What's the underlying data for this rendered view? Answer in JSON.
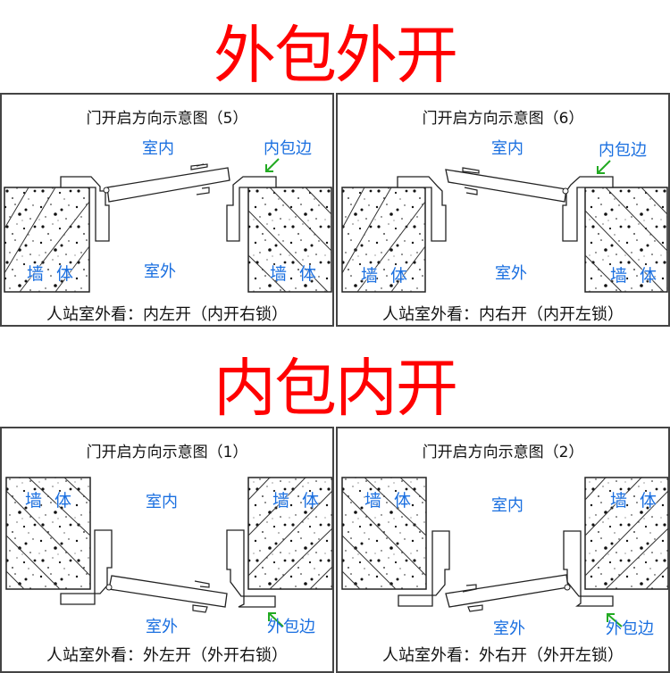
{
  "headings": {
    "top": "外包外开",
    "bottom": "内包内开"
  },
  "colors": {
    "heading": "#ff0000",
    "label": "#1a6fe0",
    "arrow": "#22aa22",
    "line": "#222222"
  },
  "panels": [
    {
      "id": "5",
      "title": "门开启方向示意图（5）",
      "inside_label": "室内",
      "outside_label": "室外",
      "wall_label": "墙体",
      "trim_label": "内包边",
      "caption": "人站室外看：内左开（内开右锁）"
    },
    {
      "id": "6",
      "title": "门开启方向示意图（6）",
      "inside_label": "室内",
      "outside_label": "室外",
      "wall_label": "墙体",
      "trim_label": "内包边",
      "caption": "人站室外看：内右开（内开左锁）"
    },
    {
      "id": "1",
      "title": "门开启方向示意图（1）",
      "inside_label": "室内",
      "outside_label": "室外",
      "wall_label": "墙体",
      "trim_label": "外包边",
      "caption": "人站室外看：外左开（外开右锁）"
    },
    {
      "id": "2",
      "title": "门开启方向示意图（2）",
      "inside_label": "室内",
      "outside_label": "室外",
      "wall_label": "墙体",
      "trim_label": "外包边",
      "caption": "人站室外看：外右开（外开左锁）"
    }
  ]
}
